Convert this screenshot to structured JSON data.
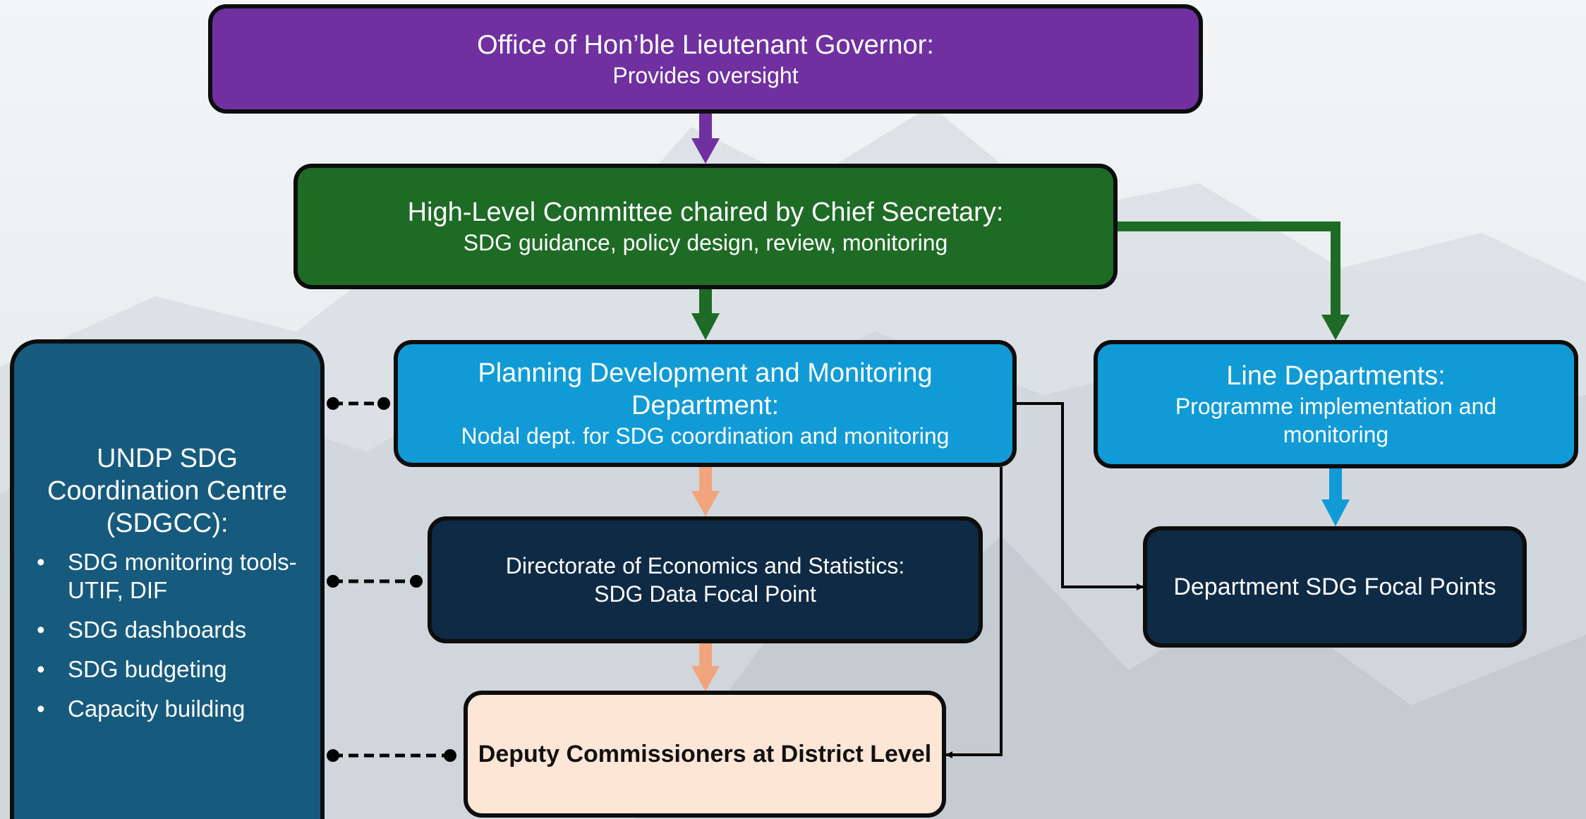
{
  "colors": {
    "lieutenant_governor": "#7030a0",
    "high_level_committee": "#1e6b26",
    "light_blue": "#119bd6",
    "navy": "#0f2a44",
    "undp_blue": "#165b7e",
    "peach_box": "#fde6d6",
    "peach_arrow": "#f2a57d"
  },
  "diagram": {
    "lieutenant_governor": {
      "title": "Office of Hon’ble Lieutenant Governor:",
      "subtitle": "Provides oversight"
    },
    "high_level_committee": {
      "title": "High-Level Committee chaired by Chief Secretary:",
      "subtitle": "SDG guidance, policy design, review, monitoring"
    },
    "planning_department": {
      "title_line1": "Planning Development and Monitoring",
      "title_line2": "Department:",
      "subtitle": "Nodal dept. for SDG coordination and monitoring"
    },
    "line_departments": {
      "title": "Line Departments:",
      "subtitle_line1": "Programme implementation and",
      "subtitle_line2": "monitoring"
    },
    "directorate": {
      "title": "Directorate of Economics and Statistics:",
      "subtitle": "SDG Data Focal Point"
    },
    "department_focal_points": {
      "title": "Department SDG Focal Points"
    },
    "deputy_commissioners": {
      "title": "Deputy Commissioners at District Level"
    },
    "undp_centre": {
      "title_line1": "UNDP SDG",
      "title_line2": "Coordination Centre",
      "title_line3": "(SDGCC):",
      "bullet_symbol": "•",
      "bullets": [
        {
          "line1": "SDG monitoring tools-",
          "line2": "UTIF, DIF"
        },
        {
          "line1": "SDG dashboards",
          "line2": ""
        },
        {
          "line1": "SDG budgeting",
          "line2": ""
        },
        {
          "line1": "Capacity building",
          "line2": ""
        }
      ]
    }
  }
}
